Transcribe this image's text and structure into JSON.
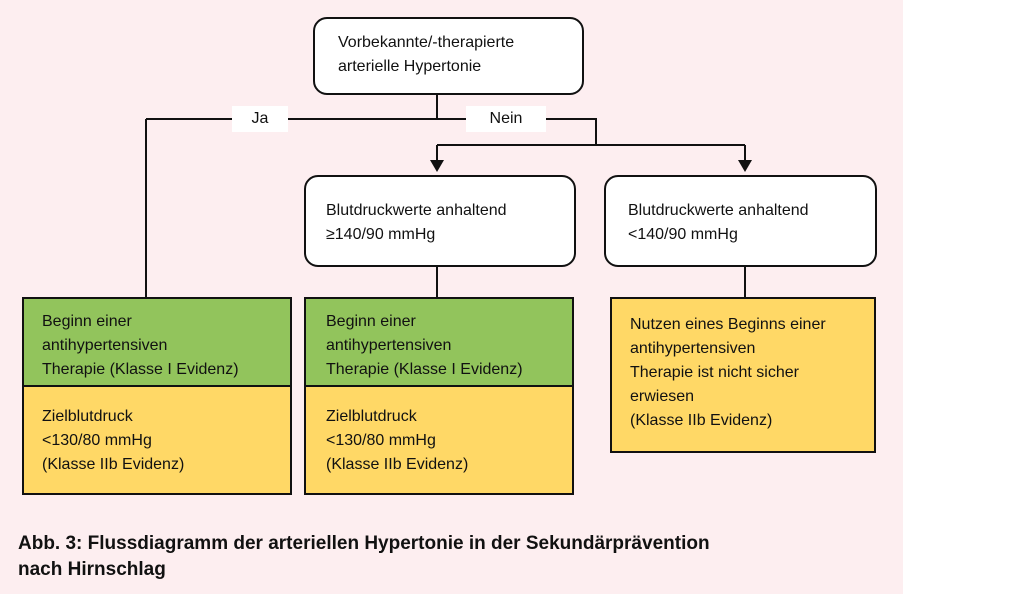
{
  "colors": {
    "panel_background": "#fdeef0",
    "decision_fill": "#ffffff",
    "therapy_fill": "#92c45c",
    "target_fill": "#ffd866",
    "line": "#111111"
  },
  "diagram": {
    "start": {
      "line1": "Vorbekannte/-therapierte",
      "line2": "arterielle Hypertonie"
    },
    "edge_yes": "Ja",
    "edge_no": "Nein",
    "decision_high": {
      "line1": "Blutdruckwerte anhaltend",
      "line2": "≥140/90 mmHg"
    },
    "decision_low": {
      "line1": "Blutdruckwerte anhaltend",
      "line2": "<140/90 mmHg"
    },
    "therapy_left": {
      "line1": "Beginn einer",
      "line2": "antihypertensiven",
      "line3": "Therapie (Klasse I Evidenz)"
    },
    "target_left": {
      "line1": "Zielblutdruck",
      "line2": "<130/80 mmHg",
      "line3": "(Klasse IIb Evidenz)"
    },
    "therapy_middle": {
      "line1": "Beginn einer",
      "line2": "antihypertensiven",
      "line3": "Therapie (Klasse I Evidenz)"
    },
    "target_middle": {
      "line1": "Zielblutdruck",
      "line2": "<130/80 mmHg",
      "line3": "(Klasse IIb Evidenz)"
    },
    "benefit_right": {
      "line1": "Nutzen eines Beginns einer",
      "line2": "antihypertensiven",
      "line3": "Therapie ist nicht sicher",
      "line4": "erwiesen",
      "line5": "(Klasse IIb Evidenz)"
    }
  },
  "caption": {
    "line1": "Abb. 3:  Flussdiagramm der arteriellen Hypertonie in der Sekundärprävention",
    "line2": "nach Hirnschlag"
  }
}
